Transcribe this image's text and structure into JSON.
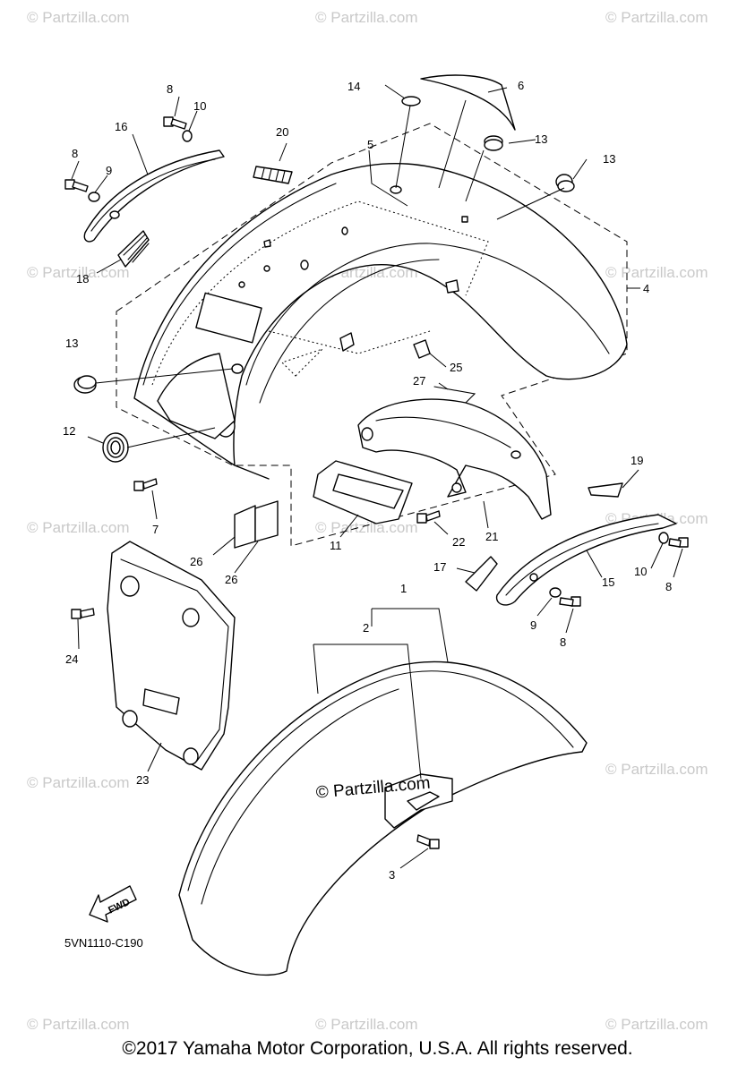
{
  "watermark_text": "© Partzilla.com",
  "center_watermark": "© Partzilla.com",
  "diagram_code": "5VN1110-C190",
  "fwd_label": "FWD",
  "copyright": "©2017 Yamaha Motor Corporation, U.S.A. All rights reserved.",
  "callouts": [
    "1",
    "2",
    "3",
    "4",
    "5",
    "6",
    "7",
    "8",
    "8",
    "8",
    "8",
    "9",
    "9",
    "10",
    "10",
    "11",
    "12",
    "13",
    "13",
    "13",
    "14",
    "15",
    "16",
    "17",
    "18",
    "19",
    "20",
    "21",
    "22",
    "23",
    "24",
    "25",
    "26",
    "26",
    "27"
  ],
  "line_color": "#000000",
  "watermark_color": "#c9c9c9"
}
